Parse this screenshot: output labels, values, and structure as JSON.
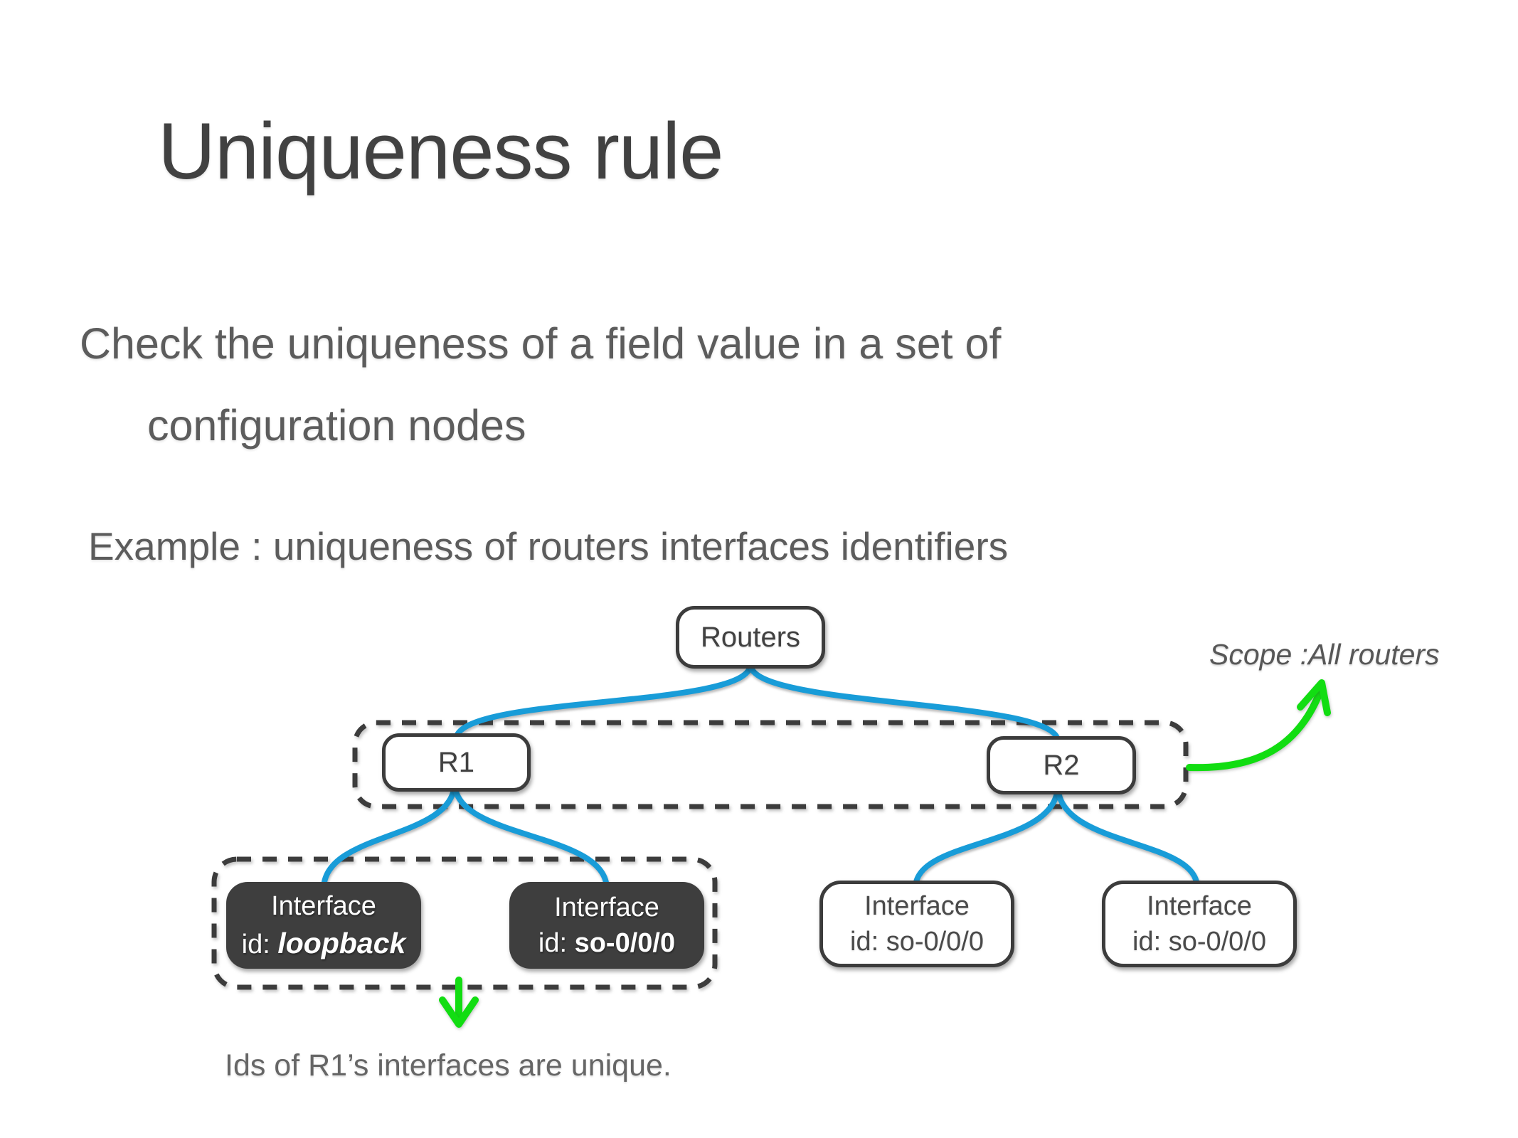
{
  "slide": {
    "title": "Uniqueness rule",
    "body": {
      "line1": "Check the uniqueness of a field value in a set of",
      "line2": "configuration nodes"
    },
    "example_caption": "Example : uniqueness of routers interfaces identifiers"
  },
  "diagram": {
    "root_node": {
      "label": "Routers"
    },
    "router_nodes": [
      {
        "label": "R1"
      },
      {
        "label": "R2"
      }
    ],
    "r1_interfaces": [
      {
        "title": "Interface",
        "id_prefix": "id: ",
        "id_value": "loopback"
      },
      {
        "title": "Interface",
        "id_prefix": "id: ",
        "id_value": "so-0/0/0"
      }
    ],
    "r2_interfaces": [
      {
        "title": "Interface",
        "id_line": "id: so-0/0/0"
      },
      {
        "title": "Interface",
        "id_line": "id: so-0/0/0"
      }
    ],
    "annotations": {
      "scope_label": "Scope :All routers",
      "uniqueness_caption": "Ids of R1’s interfaces are unique."
    },
    "colors": {
      "connector_blue": "#189cd8",
      "arrow_green": "#12dd12",
      "node_dark_fill": "#3e3e3e",
      "node_border": "#3c3c3c",
      "text_gray": "#5c5c5c"
    }
  }
}
